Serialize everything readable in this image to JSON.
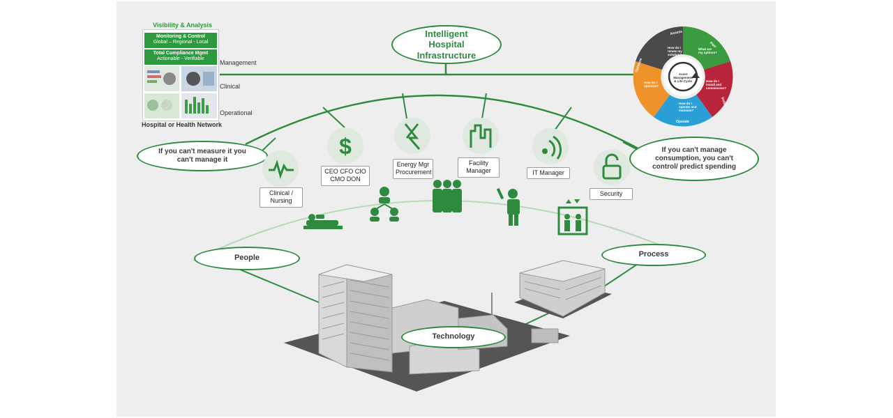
{
  "header": {
    "visibility_title": "Visibility & Analysis",
    "monitoring_title": "Monitoring & Control",
    "monitoring_sub": "Global – Regional - Local",
    "compliance_title": "Total Compliance Mgmt",
    "compliance_sub": "Actionable - Verifiable",
    "network_label": "Hospital or Health Network"
  },
  "tiers": [
    "Management",
    "Clinical",
    "Operational"
  ],
  "hub": {
    "title": "Intelligent Hospital Infrastructure"
  },
  "quotes": {
    "left": "If you can't measure it you can't manage it",
    "right": "If you can't manage consumption, you can't control/ predict spending"
  },
  "roles": [
    {
      "label": "Clinical / Nursing",
      "icon": "pulse-icon"
    },
    {
      "label": "CEO CFO CIO CMO DON",
      "icon": "dollar-icon"
    },
    {
      "label": "Energy Mgr Procurement",
      "icon": "energy-icon"
    },
    {
      "label": "Facility Manager",
      "icon": "building-graph-icon"
    },
    {
      "label": "IT Manager",
      "icon": "wireless-icon"
    },
    {
      "label": "Security",
      "icon": "padlock-icon"
    }
  ],
  "pillars": {
    "people": "People",
    "process": "Process",
    "technology": "Technology"
  },
  "cycle": {
    "center": "Asset Management & Life Cycle",
    "segments": [
      {
        "outer": "Assess",
        "inner": "How do I renew my solution?",
        "color": "#4a4a4a"
      },
      {
        "outer": "Plan",
        "inner": "What are my options?",
        "color": "#3a9b3f"
      },
      {
        "outer": "Install",
        "inner": "How do I install and commission?",
        "color": "#b8243a"
      },
      {
        "outer": "Operate",
        "inner": "How do I operate and maintain?",
        "color": "#2aa0d6"
      },
      {
        "outer": "Optimize",
        "inner": "How do I optimize?",
        "color": "#f0922a"
      }
    ]
  },
  "colors": {
    "accent": "#2e8b3e",
    "background": "#eeeeee"
  }
}
